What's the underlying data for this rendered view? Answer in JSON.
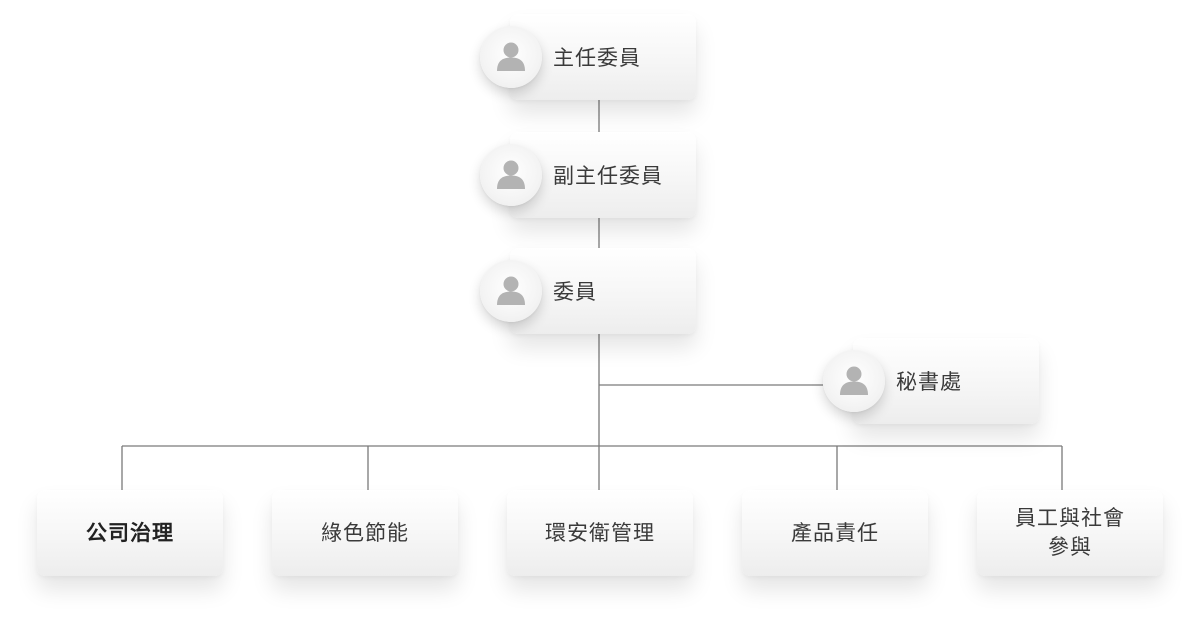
{
  "org_chart": {
    "chain": [
      {
        "label": "主任委員"
      },
      {
        "label": "副主任委員"
      },
      {
        "label": "委員"
      }
    ],
    "secretariat": {
      "label": "秘書處"
    },
    "departments": [
      {
        "label": "公司治理"
      },
      {
        "label": "綠色節能"
      },
      {
        "label": "環安衛管理"
      },
      {
        "label": "產品責任"
      },
      {
        "label_line1": "員工與社會",
        "label_line2": "參與"
      }
    ]
  },
  "icons": {
    "avatar": "person-icon"
  },
  "colors": {
    "connector": "#7a7a7a",
    "avatar_silhouette": "#b3b3b3",
    "text": "#3a3a3a"
  }
}
